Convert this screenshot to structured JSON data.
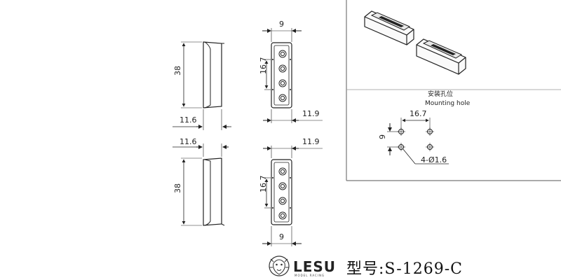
{
  "views": {
    "top_left": {
      "height": "38",
      "width": "11.6"
    },
    "top_right": {
      "width": "9",
      "pitch": "16.7",
      "depth": "11.9"
    },
    "bottom_left": {
      "height": "38",
      "width": "11.6"
    },
    "bottom_right": {
      "width": "9",
      "pitch": "16.7",
      "depth": "11.9"
    }
  },
  "mounting": {
    "title": "安装孔位",
    "subtitle": "Mounting hole",
    "x_spacing": "16.7",
    "y_spacing": "9",
    "hole_spec": "4-Ø1.6"
  },
  "brand": {
    "name": "LESU",
    "tagline": "MODEL RACING"
  },
  "model": {
    "text": "型号:S-1269-C"
  }
}
